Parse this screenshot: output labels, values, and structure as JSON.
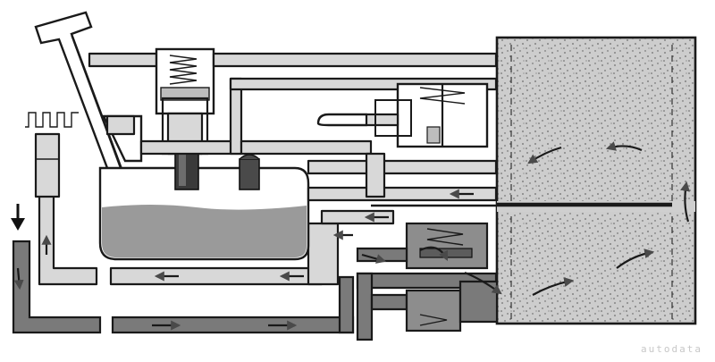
{
  "watermark": {
    "text": "autodata"
  },
  "colors": {
    "fluid": "#8f8f8f",
    "pipe_fill": "#d8d8d8",
    "chamber_fill": "#cfcfcf",
    "outline": "#1a1a1a"
  },
  "icons": [
    "pressure-pulse-signal",
    "input-arrow",
    "compression-spring",
    "valve-plunger",
    "flow-arrow"
  ]
}
